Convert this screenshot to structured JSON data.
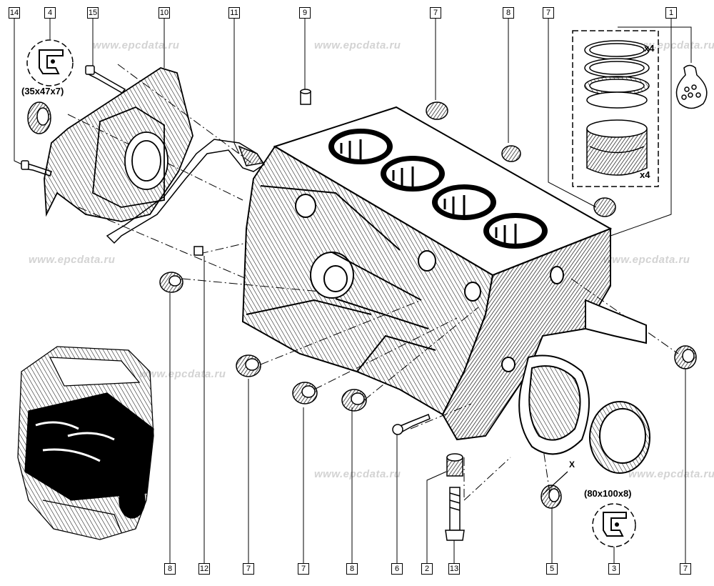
{
  "watermark": "www.epcdata.ru",
  "callouts": {
    "c14": "14",
    "c4": "4",
    "c15": "15",
    "c10": "10",
    "c11": "11",
    "c9": "9",
    "c7a": "7",
    "c8a": "8",
    "c7b": "7",
    "c1": "1",
    "c8b": "8",
    "c12": "12",
    "c7c": "7",
    "c7d": "7",
    "c8c": "8",
    "c6": "6",
    "c2": "2",
    "c13": "13",
    "c5": "5",
    "c3": "3",
    "c7e": "7"
  },
  "dimensions": {
    "seal_small": "(35x47x7)",
    "seal_large": "(80x100x8)"
  },
  "quantity": {
    "rings": "x4",
    "pistons": "x4"
  },
  "section_marker": "X"
}
